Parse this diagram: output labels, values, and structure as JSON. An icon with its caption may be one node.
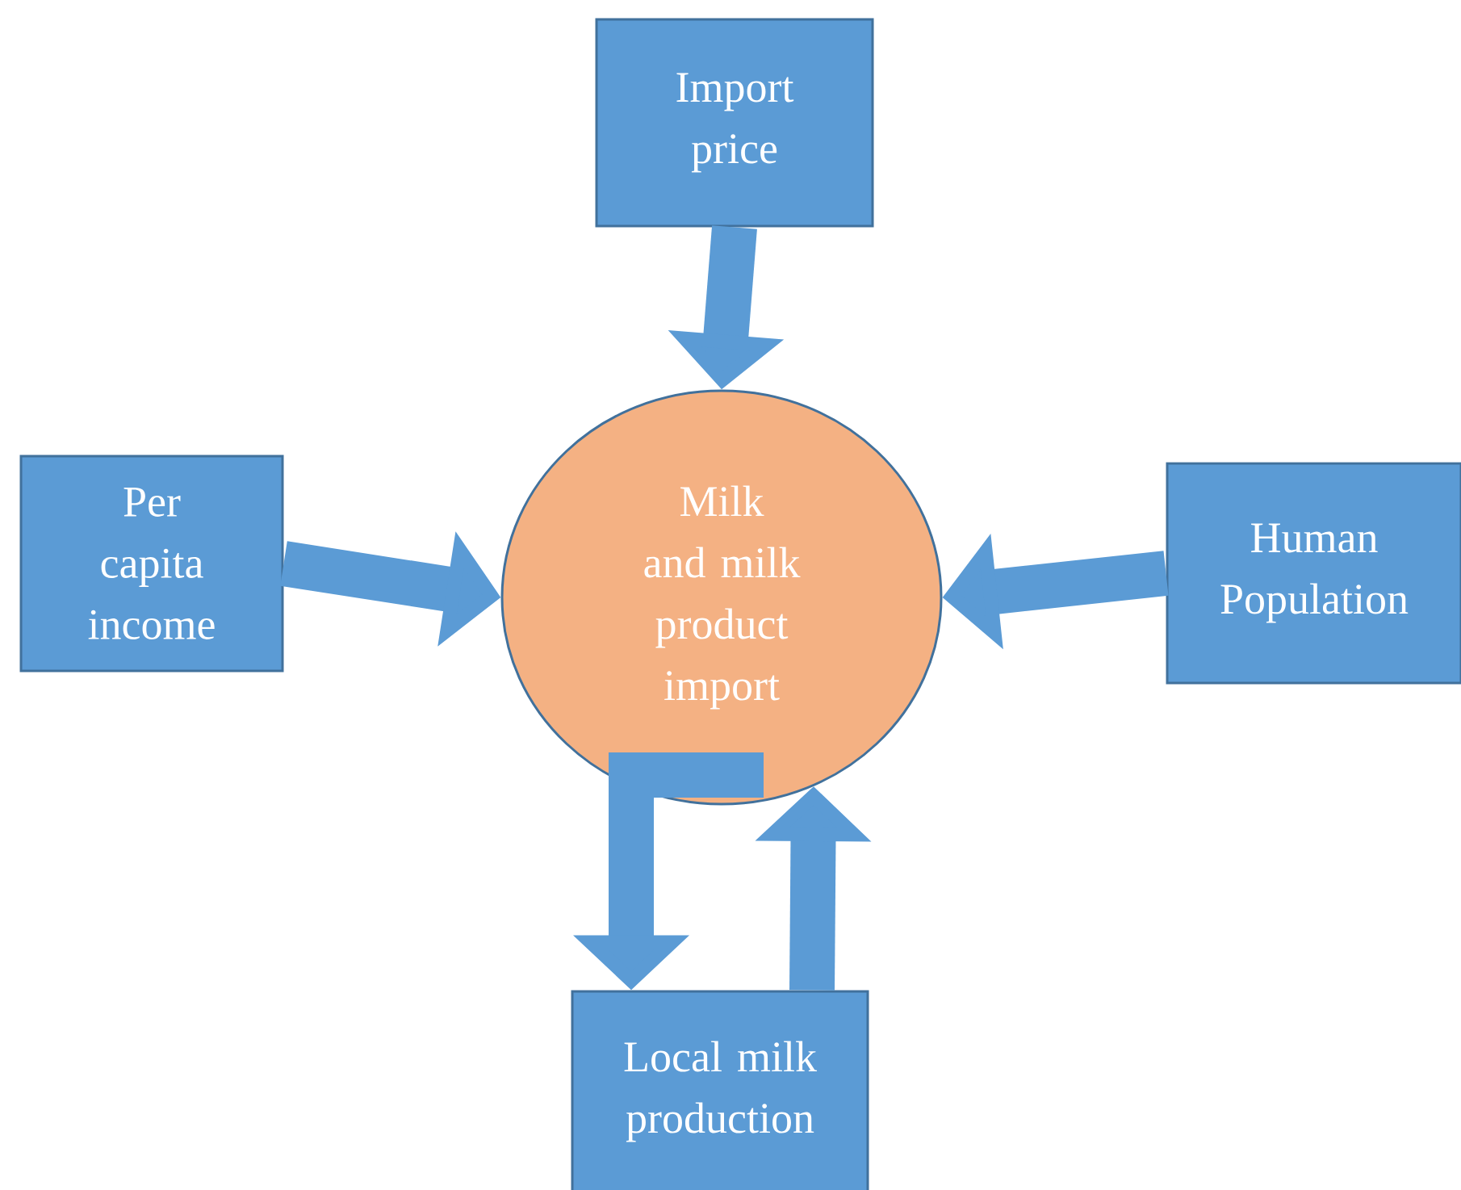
{
  "diagram": {
    "nodes": [
      {
        "text": [
          "Import price"
        ]
      },
      {
        "text": [
          "Per capita income"
        ]
      },
      {
        "text": [
          "Milk and milk product import"
        ]
      },
      {
        "text": [
          "Human Population"
        ]
      },
      {
        "text": [
          "Local milk production"
        ]
      }
    ],
    "edges": [
      {
        "from": 0,
        "to": 2,
        "arrow": "to"
      },
      {
        "from": 1,
        "to": 2,
        "arrow": "to"
      },
      {
        "from": 3,
        "to": 2,
        "arrow": "to"
      },
      {
        "from": 2,
        "to": 4,
        "arrow": "to"
      },
      {
        "from": 4,
        "to": 2,
        "arrow": "to"
      }
    ]
  }
}
